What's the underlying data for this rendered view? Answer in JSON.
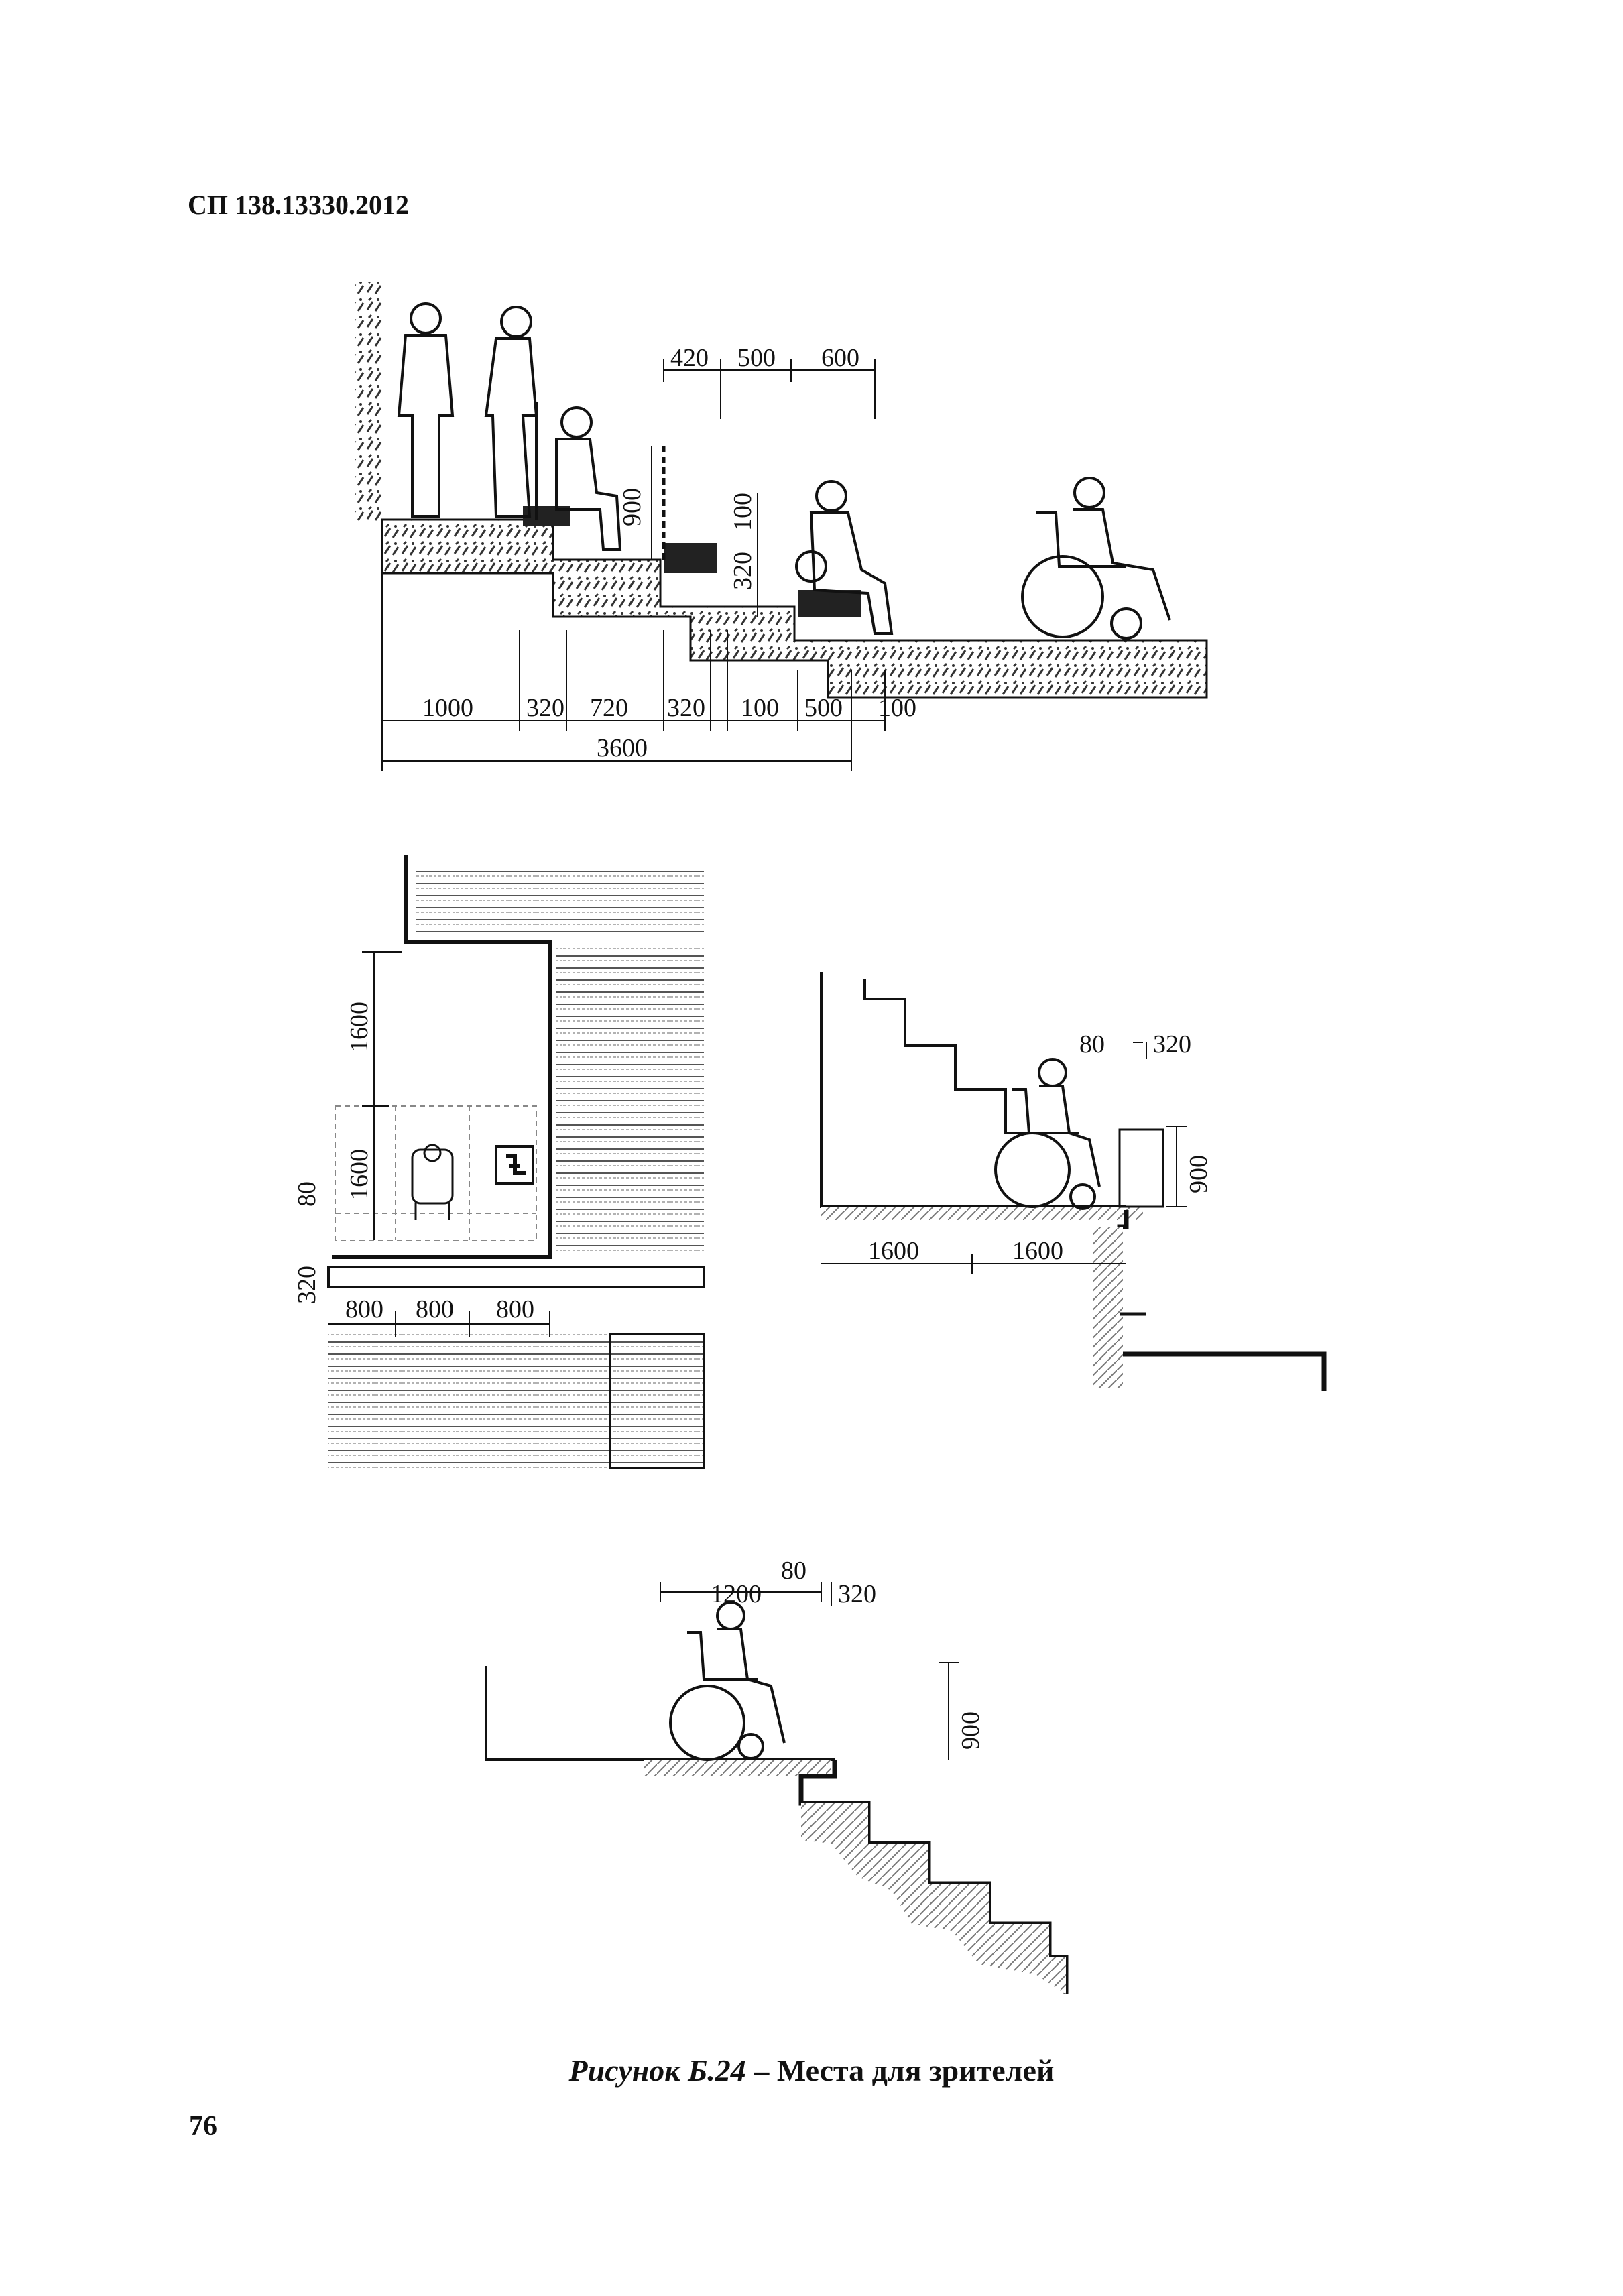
{
  "header": {
    "code": "СП 138.13330.2012"
  },
  "figure1": {
    "top_dims": [
      "420",
      "500",
      "600"
    ],
    "vertical_dims": [
      "900",
      "100",
      "320"
    ],
    "bottom_dims": [
      "1000",
      "320",
      "720",
      "320",
      "100",
      "500",
      "100"
    ],
    "total_dim": "3600"
  },
  "figure2": {
    "dims": [
      "1600",
      "1600",
      "80",
      "320",
      "800",
      "800",
      "800"
    ]
  },
  "figure3": {
    "dims": [
      "80",
      "320",
      "900",
      "1600",
      "1600"
    ]
  },
  "figure4": {
    "dims": [
      "1200",
      "80",
      "320",
      "900"
    ]
  },
  "caption": {
    "figure_label": "Рисунок Б.24",
    "separator": " – ",
    "title": "Места для зрителей"
  },
  "page_number": "76",
  "colors": {
    "ink": "#111111",
    "hatch": "#555555",
    "paper": "#ffffff"
  }
}
